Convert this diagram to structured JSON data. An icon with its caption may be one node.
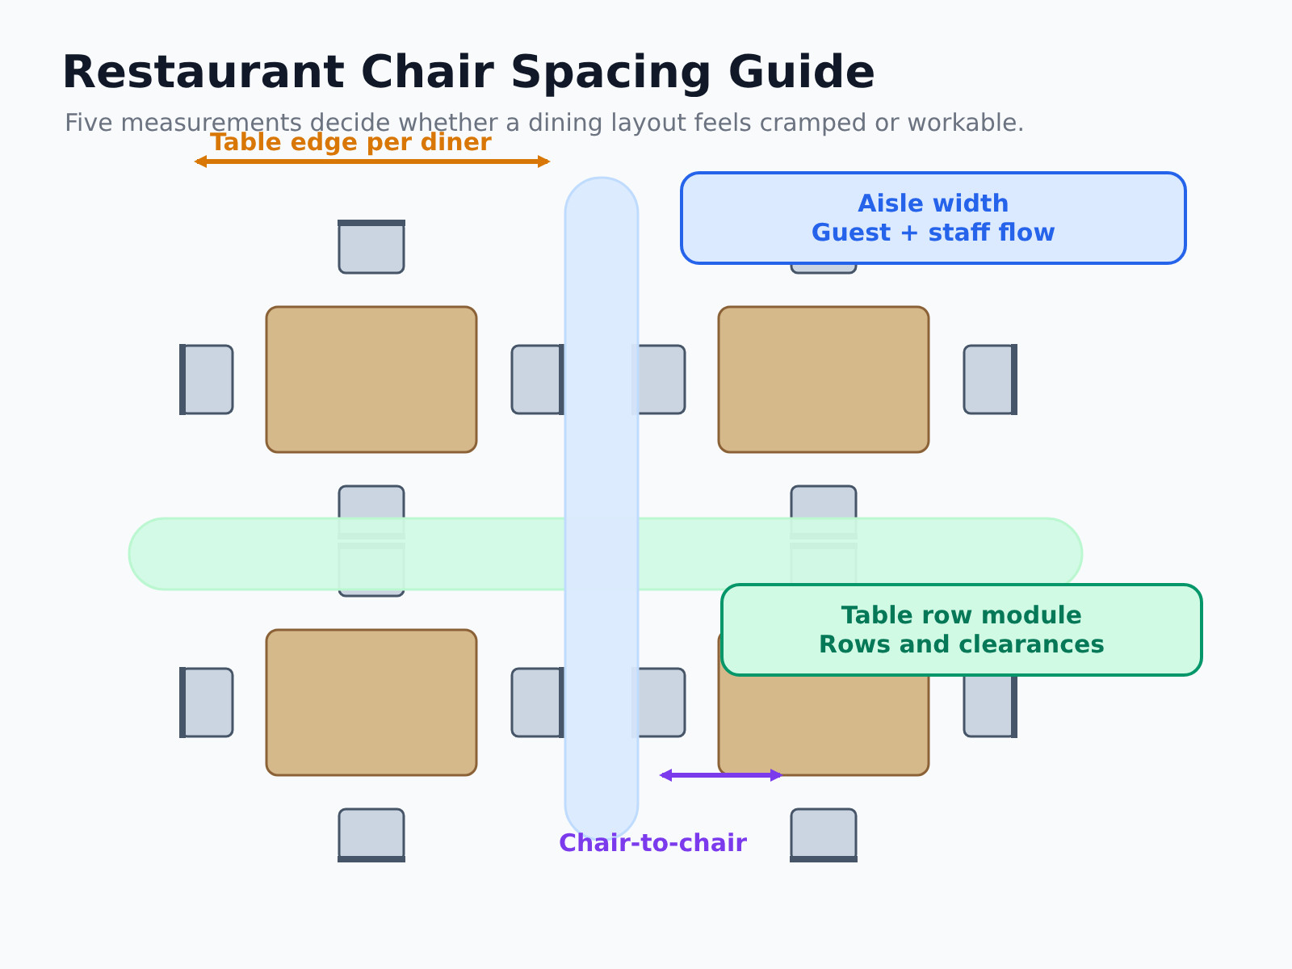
{
  "diagram": {
    "title": "Restaurant Chair Spacing Guide",
    "nodes": [
      {
        "text": [
          "Aisle width",
          "Guest + staff flow"
        ]
      },
      {
        "text": [
          "Table row module",
          "Rows and clearances"
        ]
      }
    ],
    "labels": [
      "Five measurements decide whether a dining layout feels cramped or workable.",
      "Table edge per diner",
      "Chair-to-chair"
    ]
  }
}
